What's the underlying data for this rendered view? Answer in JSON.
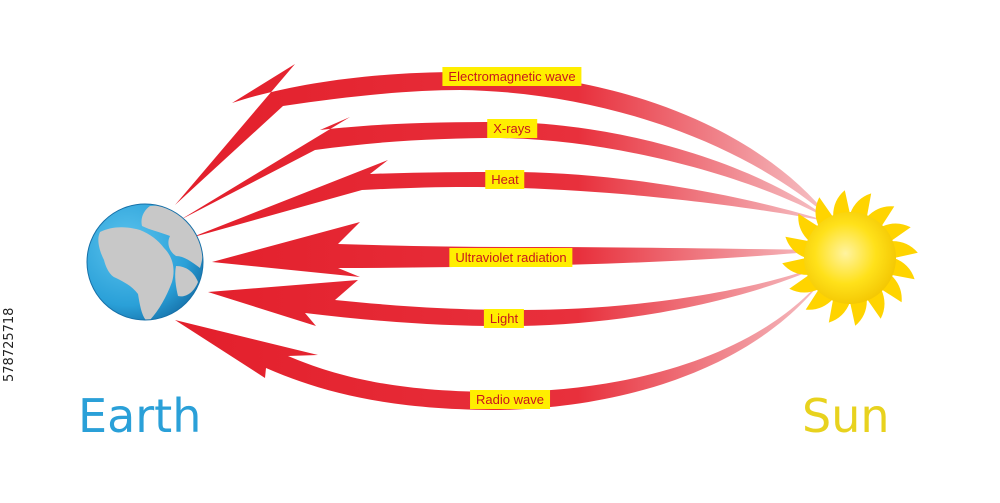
{
  "waves": [
    {
      "label": "Electromagnetic wave"
    },
    {
      "label": "X-rays"
    },
    {
      "label": "Heat"
    },
    {
      "label": "Ultraviolet radiation"
    },
    {
      "label": "Light"
    },
    {
      "label": "Radio wave"
    }
  ],
  "earth": {
    "title": "Earth",
    "title_color": "#2aa0d8",
    "ocean_color": "#2aa0d8",
    "land_color": "#c8c8c8"
  },
  "sun": {
    "title": "Sun",
    "title_color": "#e8d21e",
    "core_color": "#ffe11a",
    "ray_color": "#ffd400"
  },
  "arrow_color": "#e3202c",
  "label_bg": "#ffee00",
  "label_text_color": "#c8161d",
  "stock_id": "578725718"
}
